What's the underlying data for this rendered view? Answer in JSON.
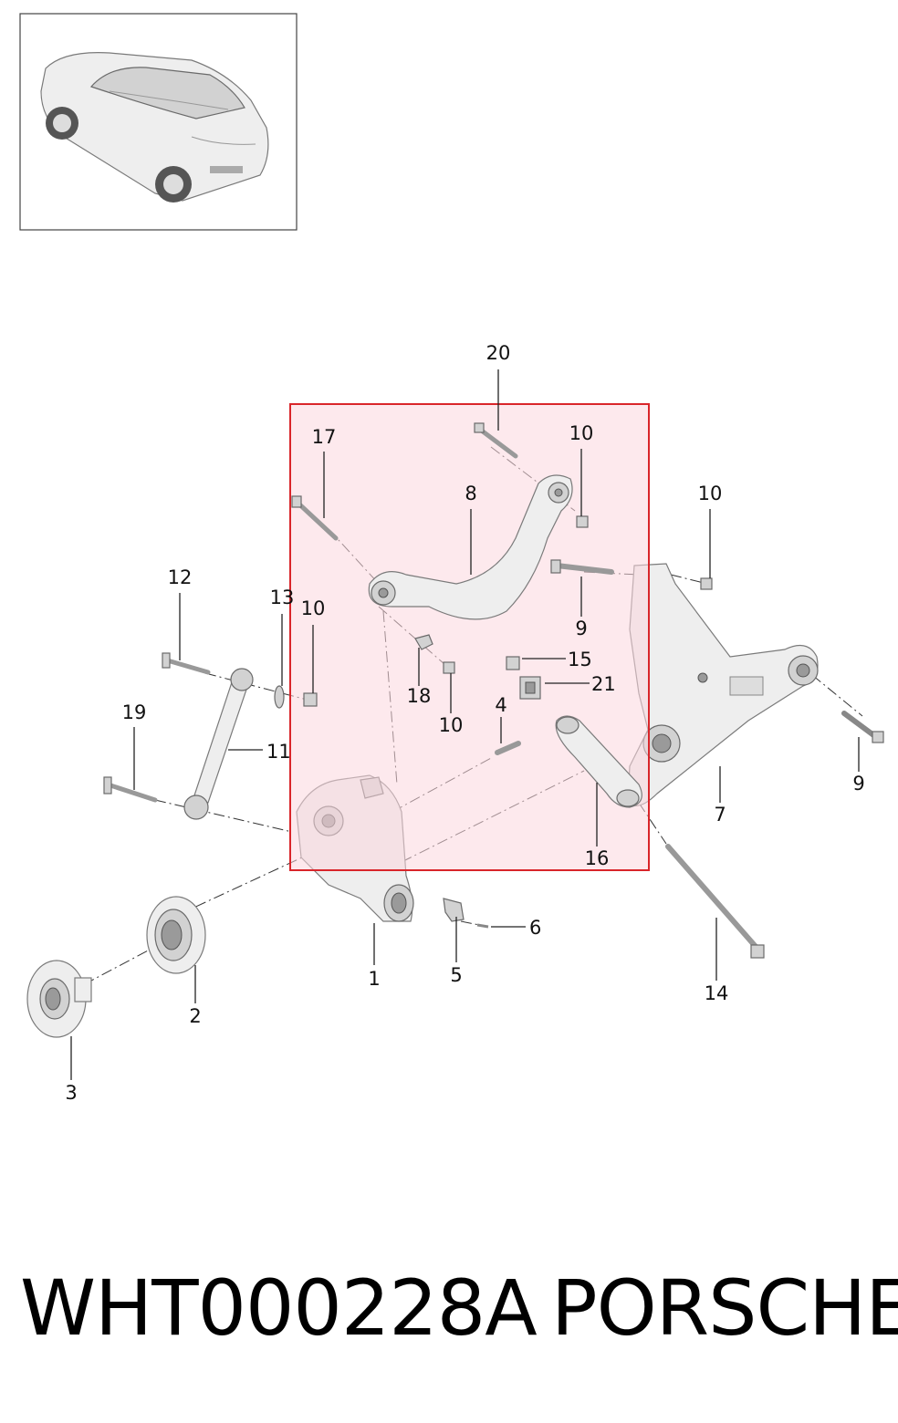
{
  "diagram": {
    "part_number": "WHT000228A",
    "brand": "PORSCHE",
    "highlight_color": "#d9252a",
    "highlight_fill": "#fbd7de",
    "callouts": {
      "c20": "20",
      "c17": "17",
      "c10a": "10",
      "c8": "8",
      "c10b": "10",
      "c12": "12",
      "c13": "13",
      "c10c": "10",
      "c9a": "9",
      "c15": "15",
      "c21": "21",
      "c18": "18",
      "c10d": "10",
      "c4": "4",
      "c19": "19",
      "c11": "11",
      "c9b": "9",
      "c7": "7",
      "c16": "16",
      "c6": "6",
      "c5": "5",
      "c1": "1",
      "c2": "2",
      "c14": "14",
      "c3": "3"
    }
  }
}
